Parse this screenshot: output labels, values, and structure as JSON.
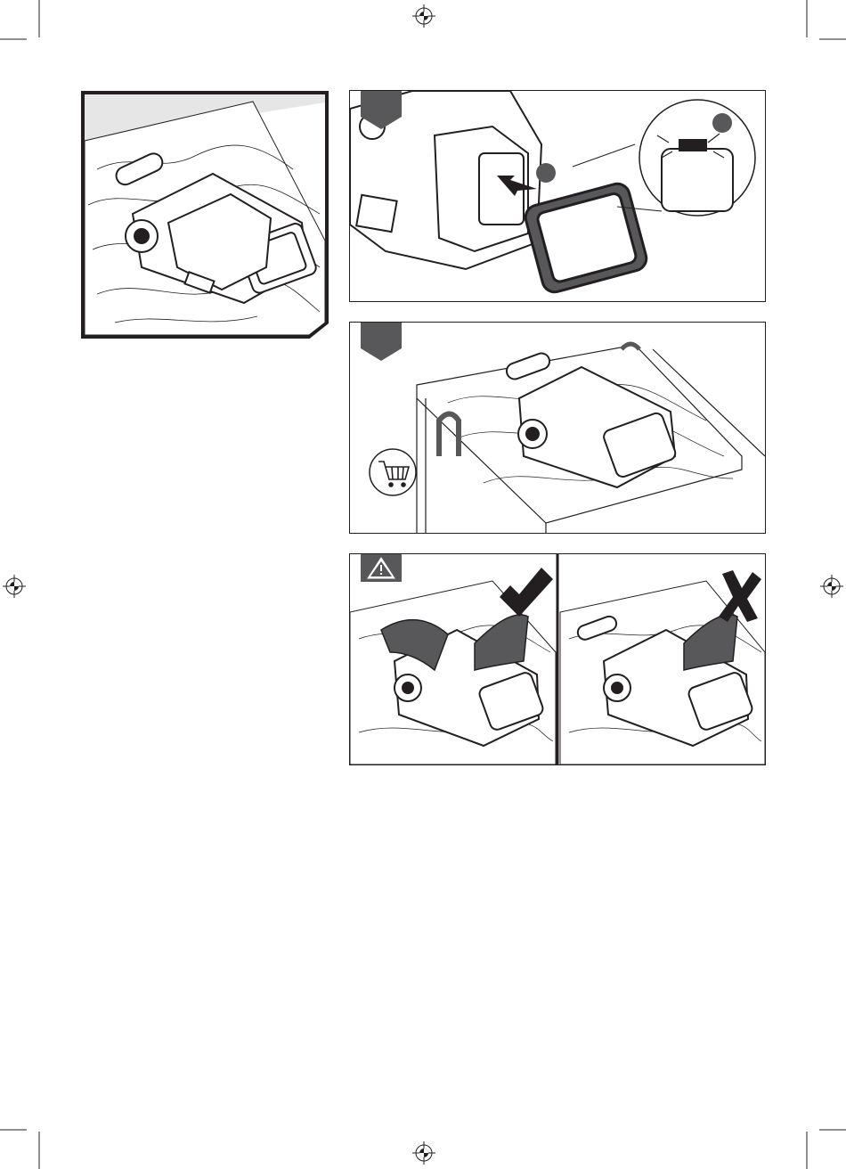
{
  "page": {
    "layout": "instruction-manual-illustration-page",
    "ink_color": "#231f20",
    "tab_fill": "#58585a",
    "surface_fill": "#e6e6e6",
    "text_labels": []
  },
  "figures": [
    {
      "id": "overview",
      "icon": "belt-sander-on-workpiece"
    },
    {
      "id": "step-battery",
      "icon": "battery-insert-click"
    },
    {
      "id": "step-clamp",
      "icon": "workpiece-clamped",
      "accessory_icon": "shopping-cart-icon"
    },
    {
      "id": "warning-grip",
      "icon": "warning-triangle-icon",
      "correct": "check-mark-icon",
      "incorrect": "cross-mark-icon"
    }
  ]
}
